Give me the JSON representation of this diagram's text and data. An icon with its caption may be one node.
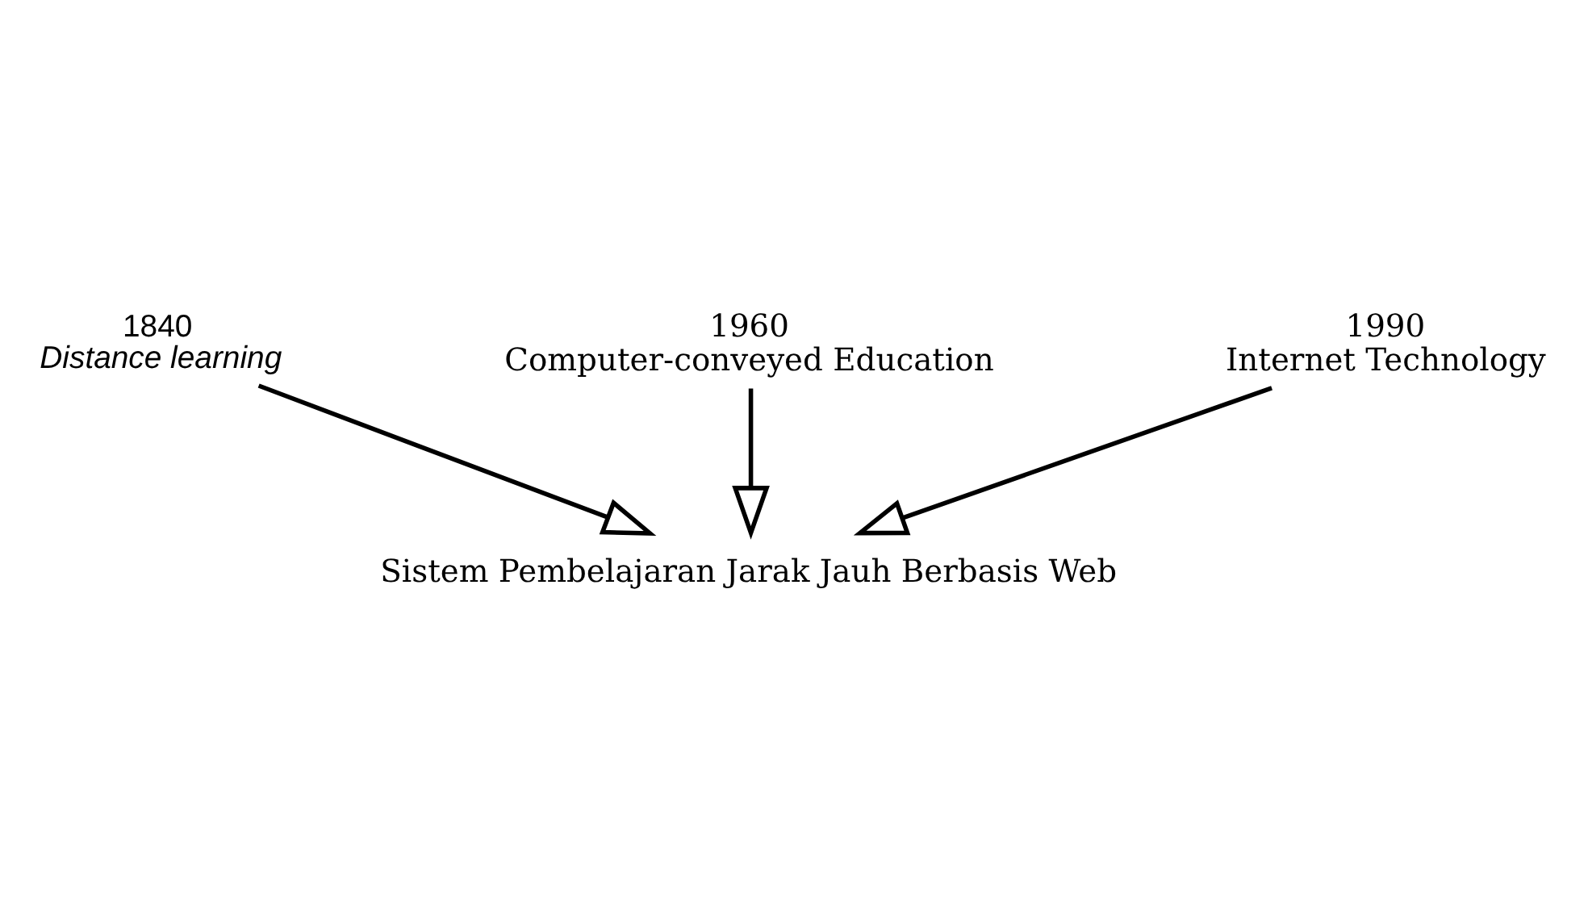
{
  "diagram": {
    "nodes": [
      {
        "text": [
          "1840",
          "Distance learning"
        ]
      },
      {
        "text": [
          "1960",
          "Computer-conveyed Education"
        ]
      },
      {
        "text": [
          "1990",
          "Internet Technology"
        ]
      },
      {
        "text": [
          "Sistem Pembelajaran Jarak Jauh Berbasis Web"
        ]
      }
    ],
    "edges": [
      {
        "from": 0,
        "to": 3,
        "arrow": "to"
      },
      {
        "from": 1,
        "to": 3,
        "arrow": "to"
      },
      {
        "from": 2,
        "to": 3,
        "arrow": "to"
      }
    ]
  }
}
